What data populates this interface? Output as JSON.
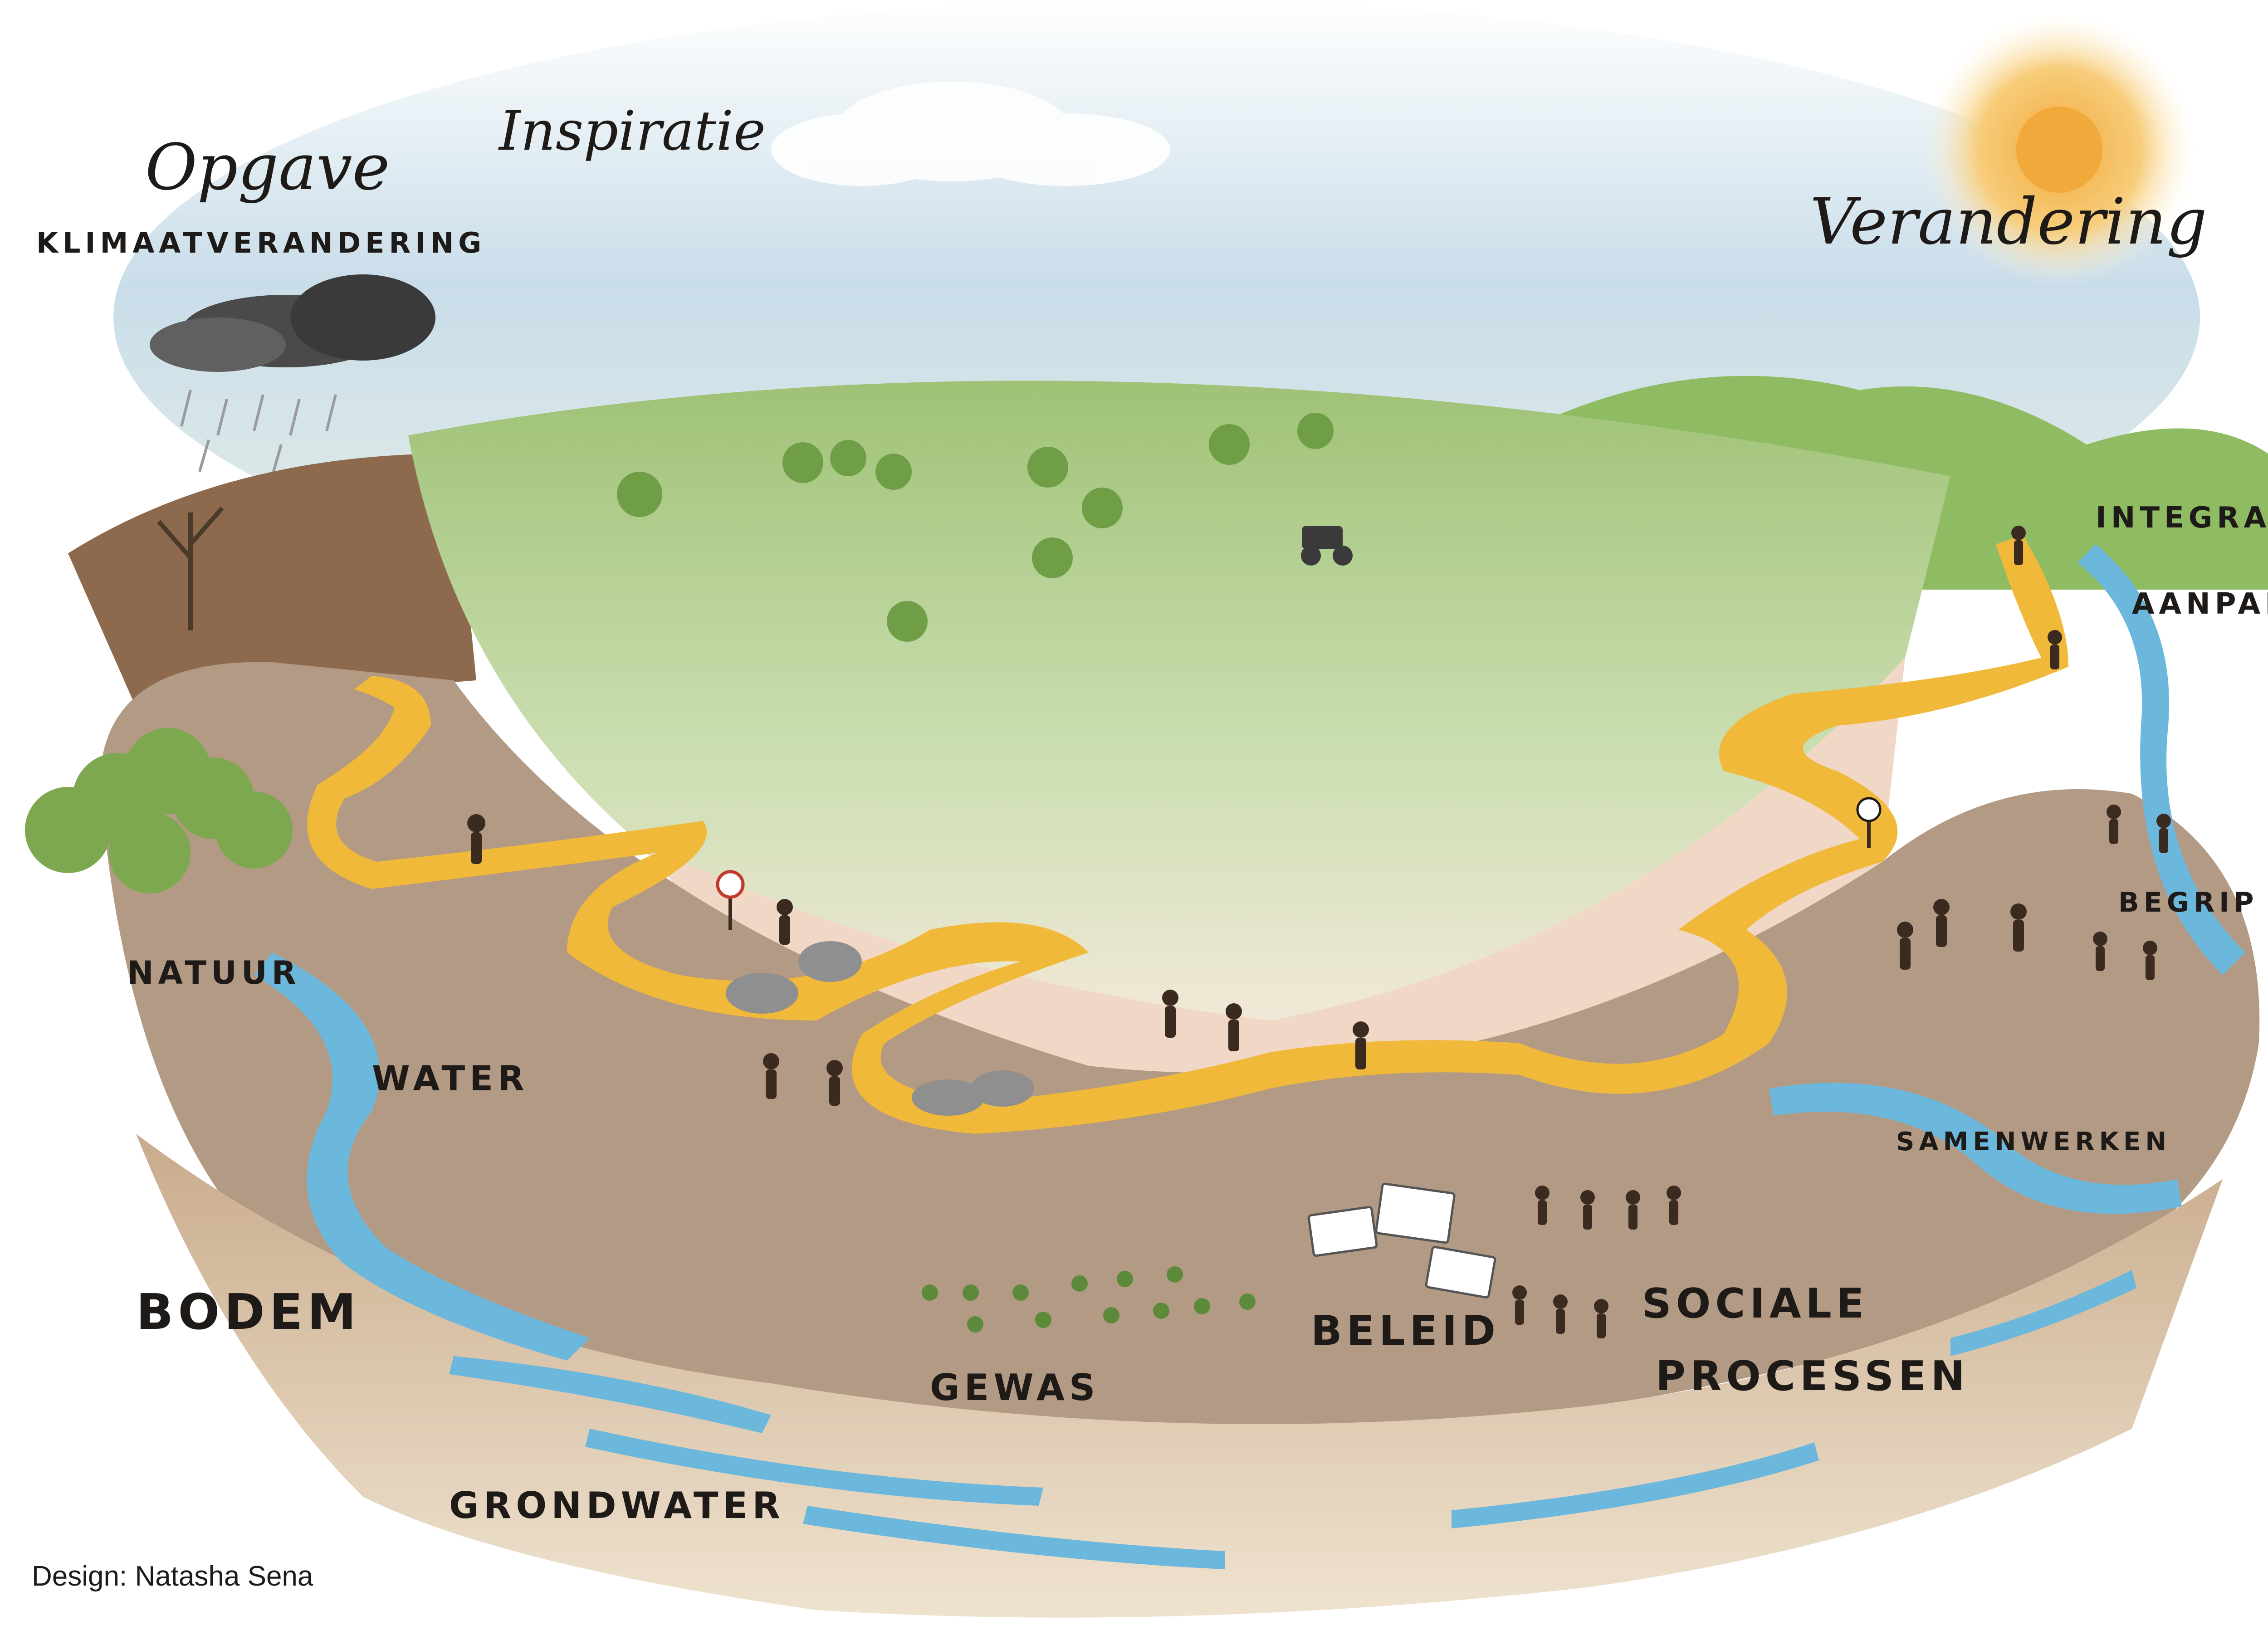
{
  "colors": {
    "sky": "#c9dde9",
    "grass": "#a8c77c",
    "path": "#f0b93a",
    "water": "#6cb7dc",
    "soil": "#b39a84",
    "cliff": "#e2cfb3",
    "ink": "#1e1a17",
    "sun": "#f2a93b"
  },
  "headings": {
    "opgave": "Opgave",
    "inspiratie": "Inspiratie",
    "verandering": "Verandering"
  },
  "labels": {
    "klimaatverandering": "KLIMAATVERANDERING",
    "integrale_line1": "INTEGRALE",
    "integrale_line2": "AANPAK",
    "natuur": "NATUUR",
    "water": "WATER",
    "begrip": "BEGRIP",
    "samenwerken": "SAMENWERKEN",
    "bodem": "BODEM",
    "gewas": "GEWAS",
    "beleid": "BELEID",
    "sociale_line1": "SOCIALE",
    "sociale_line2": "PROCESSEN",
    "grondwater": "GRONDWATER"
  },
  "credit": "Design: Natasha Sena",
  "icons": [
    "rain-cloud-icon",
    "sun-icon",
    "tractor-icon",
    "no-entry-sign-icon",
    "arrow-sign-icon",
    "document-stack-icon"
  ]
}
